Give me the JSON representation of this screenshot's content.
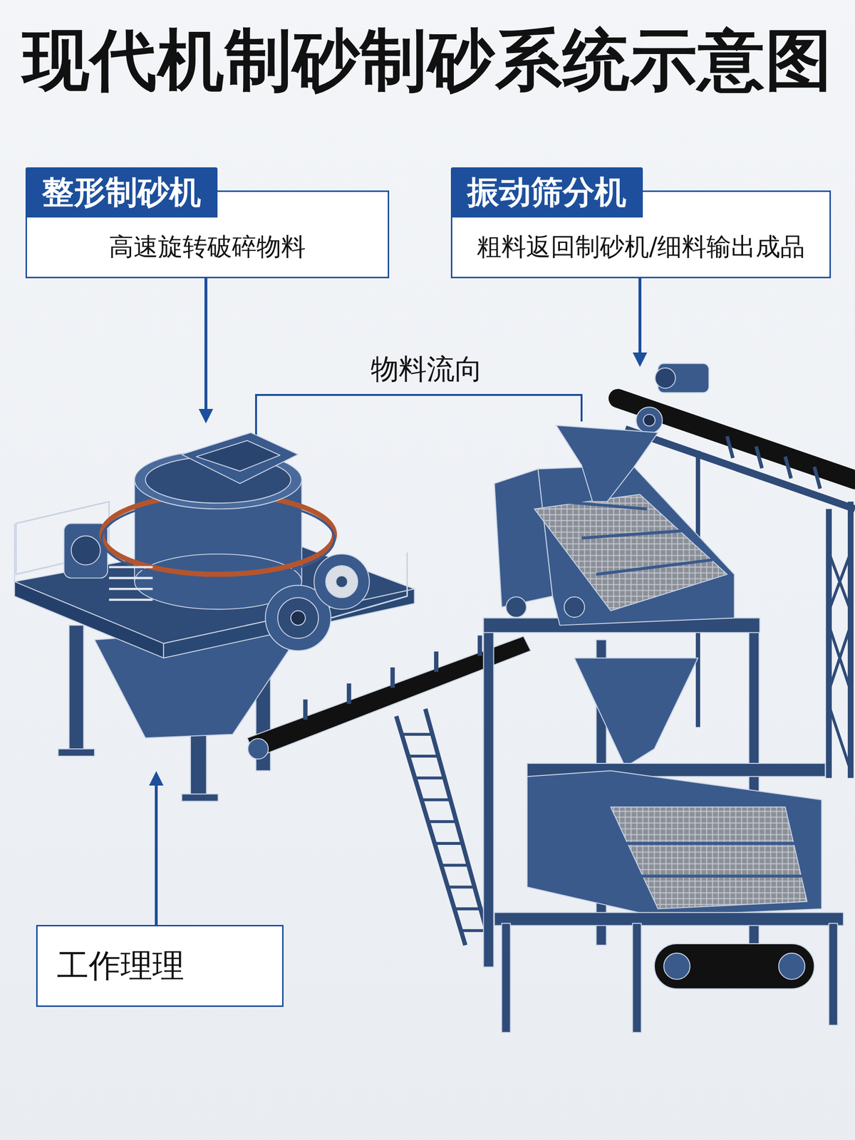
{
  "diagram": {
    "title": "现代机制砂制砂系统示意图",
    "nodes": [
      {
        "text": [
          "整形制砂机",
          "高速旋转破碎物料"
        ]
      },
      {
        "text": [
          "振动筛分机",
          "粗料返回制砂机/细料输出成品"
        ]
      },
      {
        "text": [
          "工作理理"
        ]
      }
    ],
    "labels": [
      "物料流向"
    ]
  }
}
